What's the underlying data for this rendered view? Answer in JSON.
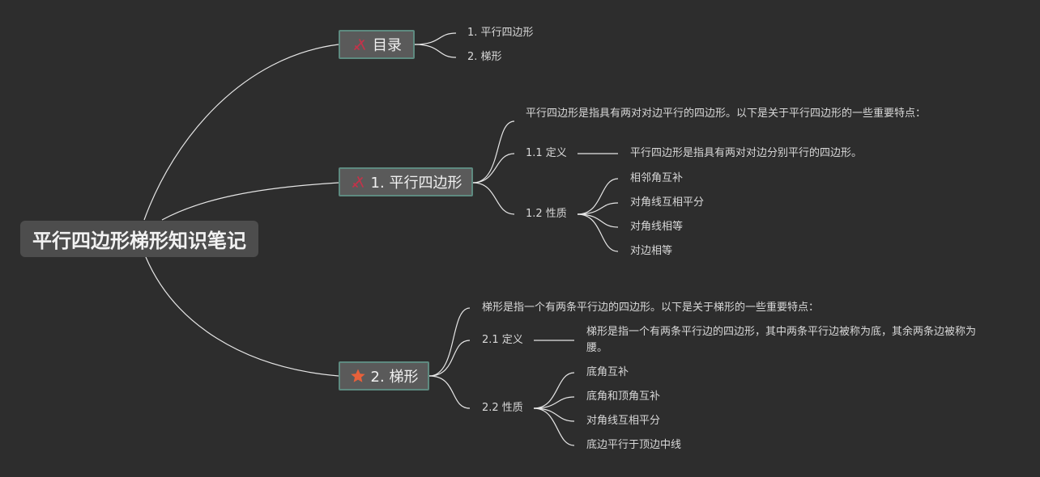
{
  "root": {
    "title": "平行四边形梯形知识笔记"
  },
  "branches": [
    {
      "label": "目录",
      "icon": "pen-tools-icon",
      "children": [
        "1. 平行四边形",
        "2. 梯形"
      ]
    },
    {
      "label": "1. 平行四边形",
      "icon": "pen-tools-icon",
      "intro": "平行四边形是指具有两对对边平行的四边形。以下是关于平行四边形的一些重要特点：",
      "definition_label": "1.1 定义",
      "definition_text": "平行四边形是指具有两对对边分别平行的四边形。",
      "properties_label": "1.2 性质",
      "properties": [
        "相邻角互补",
        "对角线互相平分",
        "对角线相等",
        "对边相等"
      ]
    },
    {
      "label": "2. 梯形",
      "icon": "star-icon",
      "intro": "梯形是指一个有两条平行边的四边形。以下是关于梯形的一些重要特点：",
      "definition_label": "2.1 定义",
      "definition_text": "梯形是指一个有两条平行边的四边形，其中两条平行边被称为底，其余两条边被称为腰。",
      "properties_label": "2.2 性质",
      "properties": [
        "底角互补",
        "底角和顶角互补",
        "对角线互相平分",
        "底边平行于顶边中线"
      ]
    }
  ],
  "colors": {
    "background": "#2d2d2d",
    "link": "#e6e6e6",
    "branch_border": "#5e8a80",
    "pen_icon": "#c0344a",
    "star_icon": "#e8613a"
  }
}
